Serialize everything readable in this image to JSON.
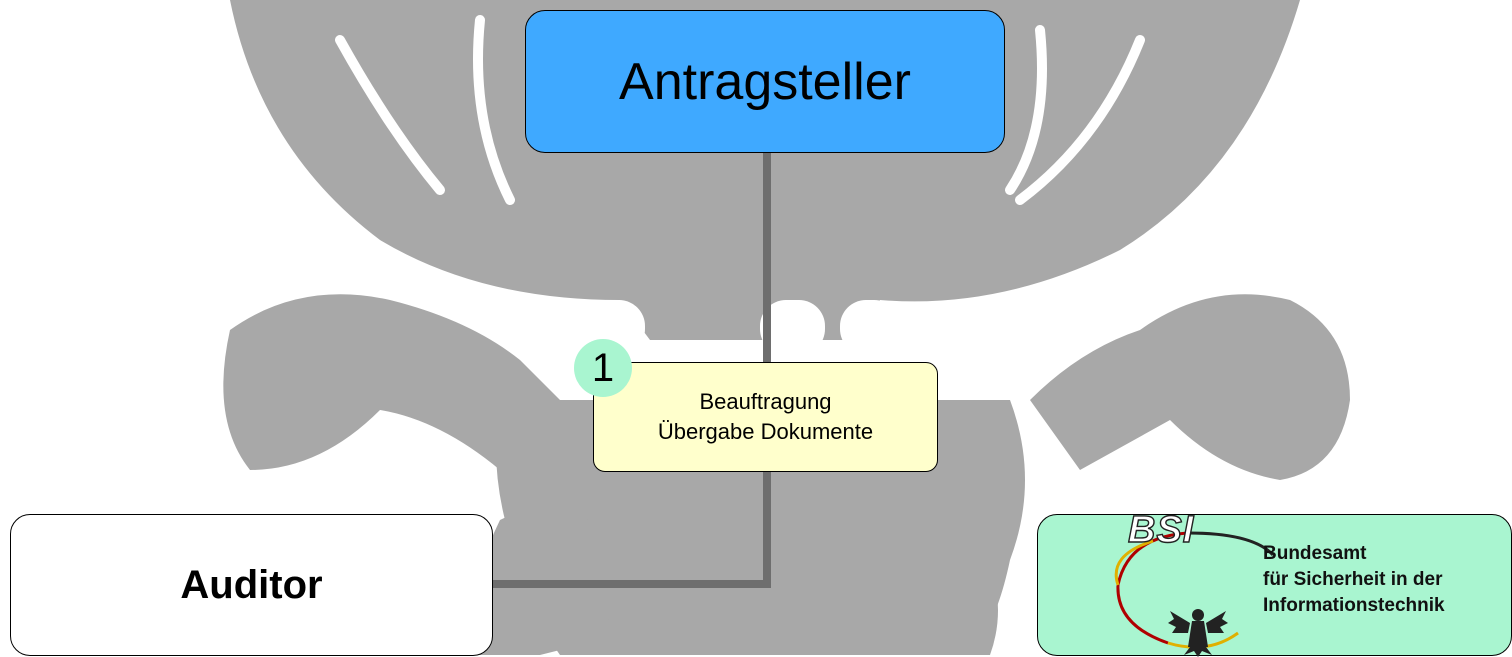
{
  "diagram": {
    "applicant": {
      "label": "Antragsteller"
    },
    "auditor": {
      "label": "Auditor"
    },
    "step": {
      "number": "1",
      "lines": [
        "Beauftragung",
        "Übergabe Dokumente"
      ]
    },
    "logo": {
      "letters": "BSI",
      "org_lines": [
        "Bundesamt",
        "für Sicherheit in der",
        "Informationstechnik"
      ]
    },
    "colors": {
      "applicant_fill": "#3fa9ff",
      "step_fill": "#ffffcc",
      "badge_fill": "#a9f5d0",
      "logo_fill": "#a9f5d0",
      "connector": "#6e6e6e",
      "watermark": "#a8a8a8"
    }
  }
}
